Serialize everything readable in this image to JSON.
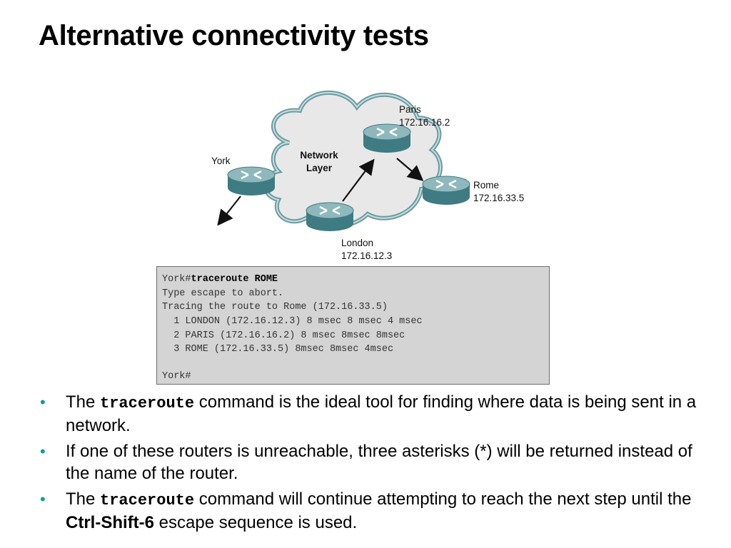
{
  "slide": {
    "title": "Alternative connectivity tests"
  },
  "diagram": {
    "cloud_label_line1": "Network",
    "cloud_label_line2": "Layer",
    "routers": {
      "paris": {
        "name": "Paris",
        "ip": "172.16.16.2"
      },
      "york": {
        "name": "York",
        "ip": ""
      },
      "rome": {
        "name": "Rome",
        "ip": "172.16.33.5"
      },
      "london": {
        "name": "London",
        "ip": "172.16.12.3"
      }
    },
    "colors": {
      "cloud_fill": "#e8e8e8",
      "cloud_edge": "#6a9ba3",
      "router_top": "#8fb8bc",
      "router_side": "#3f7b82"
    }
  },
  "terminal": {
    "line1_prompt": "York#",
    "line1_command": "traceroute ROME",
    "line2": "Type escape to abort.",
    "line3": "Tracing the route to Rome (172.16.33.5)",
    "line4": "  1 LONDON (172.16.12.3) 8 msec 8 msec 4 msec",
    "line5": "  2 PARIS (172.16.16.2) 8 msec 8msec 8msec",
    "line6": "  3 ROME (172.16.33.5) 8msec 8msec 4msec",
    "line7": "York#"
  },
  "bullets": {
    "b1_pre": "The ",
    "b1_code": "traceroute",
    "b1_post": " command is the ideal tool for finding where data is being sent in a network.",
    "b2": "If one of these routers is unreachable, three asterisks (*) will be returned instead of the name of the router.",
    "b3_pre": "The ",
    "b3_code": "traceroute",
    "b3_mid": " command will continue attempting to reach the next step until the ",
    "b3_bold": "Ctrl-Shift-6",
    "b3_post": " escape sequence is used.",
    "marker": "•"
  }
}
